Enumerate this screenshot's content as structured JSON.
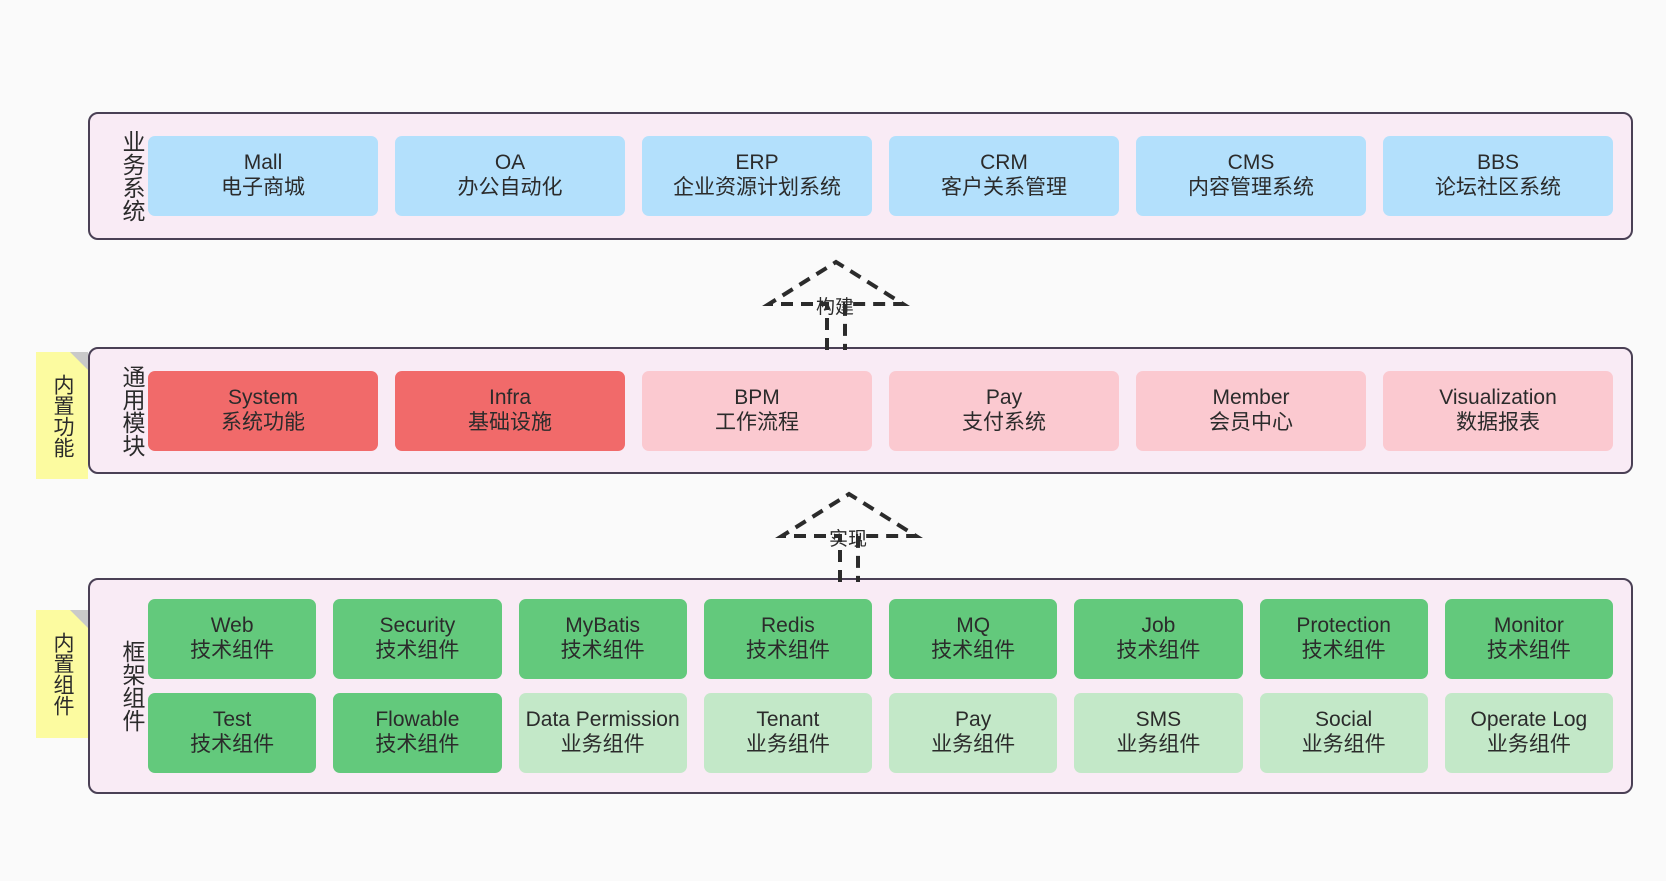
{
  "diagram": {
    "background_color": "#fafafa",
    "layer_border_color": "#4a4055",
    "layer_fill_color": "#f9ebf5",
    "sticky_color": "#fcfba0"
  },
  "layers": [
    {
      "id": "business",
      "title": "业务系统",
      "rows": [
        [
          {
            "name": "Mall",
            "desc": "电子商城",
            "color": "#b3e0fc",
            "style": "c-blue"
          },
          {
            "name": "OA",
            "desc": "办公自动化",
            "color": "#b3e0fc",
            "style": "c-blue"
          },
          {
            "name": "ERP",
            "desc": "企业资源计划系统",
            "color": "#b3e0fc",
            "style": "c-blue"
          },
          {
            "name": "CRM",
            "desc": "客户关系管理",
            "color": "#b3e0fc",
            "style": "c-blue"
          },
          {
            "name": "CMS",
            "desc": "内容管理系统",
            "color": "#b3e0fc",
            "style": "c-blue"
          },
          {
            "name": "BBS",
            "desc": "论坛社区系统",
            "color": "#b3e0fc",
            "style": "c-blue"
          }
        ]
      ]
    },
    {
      "id": "common-module",
      "title": "通用模块",
      "sticky": "内置功能",
      "rows": [
        [
          {
            "name": "System",
            "desc": "系统功能",
            "color": "#f16a6a",
            "style": "c-red"
          },
          {
            "name": "Infra",
            "desc": "基础设施",
            "color": "#f16a6a",
            "style": "c-red"
          },
          {
            "name": "BPM",
            "desc": "工作流程",
            "color": "#fbc9d0",
            "style": "c-pink"
          },
          {
            "name": "Pay",
            "desc": "支付系统",
            "color": "#fbc9d0",
            "style": "c-pink"
          },
          {
            "name": "Member",
            "desc": "会员中心",
            "color": "#fbc9d0",
            "style": "c-pink"
          },
          {
            "name": "Visualization",
            "desc": "数据报表",
            "color": "#fbc9d0",
            "style": "c-pink"
          }
        ]
      ]
    },
    {
      "id": "framework",
      "title": "框架组件",
      "sticky": "内置组件",
      "rows": [
        [
          {
            "name": "Web",
            "desc": "技术组件",
            "color": "#63c97c",
            "style": "c-green"
          },
          {
            "name": "Security",
            "desc": "技术组件",
            "color": "#63c97c",
            "style": "c-green"
          },
          {
            "name": "MyBatis",
            "desc": "技术组件",
            "color": "#63c97c",
            "style": "c-green"
          },
          {
            "name": "Redis",
            "desc": "技术组件",
            "color": "#63c97c",
            "style": "c-green"
          },
          {
            "name": "MQ",
            "desc": "技术组件",
            "color": "#63c97c",
            "style": "c-green"
          },
          {
            "name": "Job",
            "desc": "技术组件",
            "color": "#63c97c",
            "style": "c-green"
          },
          {
            "name": "Protection",
            "desc": "技术组件",
            "color": "#63c97c",
            "style": "c-green"
          },
          {
            "name": "Monitor",
            "desc": "技术组件",
            "color": "#63c97c",
            "style": "c-green"
          }
        ],
        [
          {
            "name": "Test",
            "desc": "技术组件",
            "color": "#63c97c",
            "style": "c-green"
          },
          {
            "name": "Flowable",
            "desc": "技术组件",
            "color": "#63c97c",
            "style": "c-green"
          },
          {
            "name": "Data Permission",
            "desc": "业务组件",
            "color": "#c3e8c8",
            "style": "c-lightgreen"
          },
          {
            "name": "Tenant",
            "desc": "业务组件",
            "color": "#c3e8c8",
            "style": "c-lightgreen"
          },
          {
            "name": "Pay",
            "desc": "业务组件",
            "color": "#c3e8c8",
            "style": "c-lightgreen"
          },
          {
            "name": "SMS",
            "desc": "业务组件",
            "color": "#c3e8c8",
            "style": "c-lightgreen"
          },
          {
            "name": "Social",
            "desc": "业务组件",
            "color": "#c3e8c8",
            "style": "c-lightgreen"
          },
          {
            "name": "Operate Log",
            "desc": "业务组件",
            "color": "#c3e8c8",
            "style": "c-lightgreen"
          }
        ]
      ]
    }
  ],
  "connectors": [
    {
      "id": "build",
      "label": "构建",
      "from": "common-module",
      "to": "business"
    },
    {
      "id": "implement",
      "label": "实现",
      "from": "framework",
      "to": "common-module"
    }
  ]
}
